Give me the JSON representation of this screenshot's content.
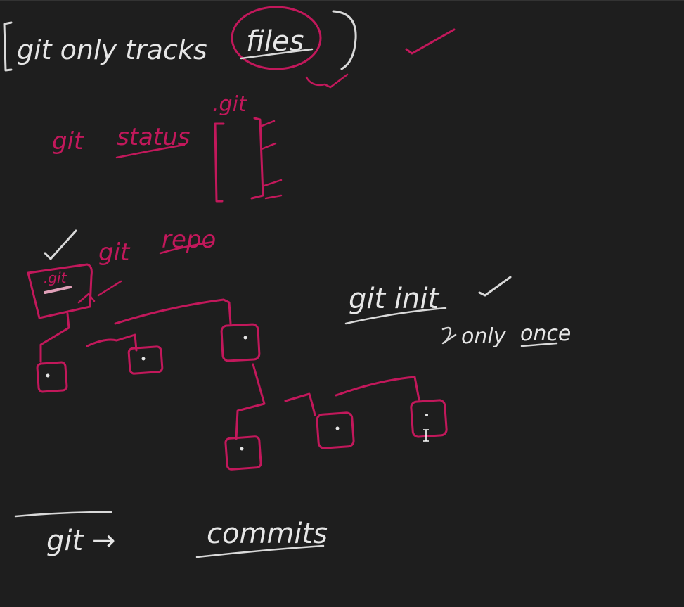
{
  "canvas": {
    "background": "#1e1e1e",
    "ink_white": "#e6e6e6",
    "ink_pink": "#c2185b",
    "cursor_icon": "text-cursor-icon"
  },
  "notes": {
    "line1_prefix": "git only tracks",
    "line1_files": "files",
    "dot_git_top": ".git",
    "git_status_git": "git",
    "git_status_status": "status",
    "git_repo_git": "git",
    "git_repo_repo": "repo",
    "folder_label": ".git",
    "git_init": "git init",
    "only_once_prefix": "only",
    "only_once_once": "once",
    "git_arrow": "git →",
    "commits": "commits"
  }
}
